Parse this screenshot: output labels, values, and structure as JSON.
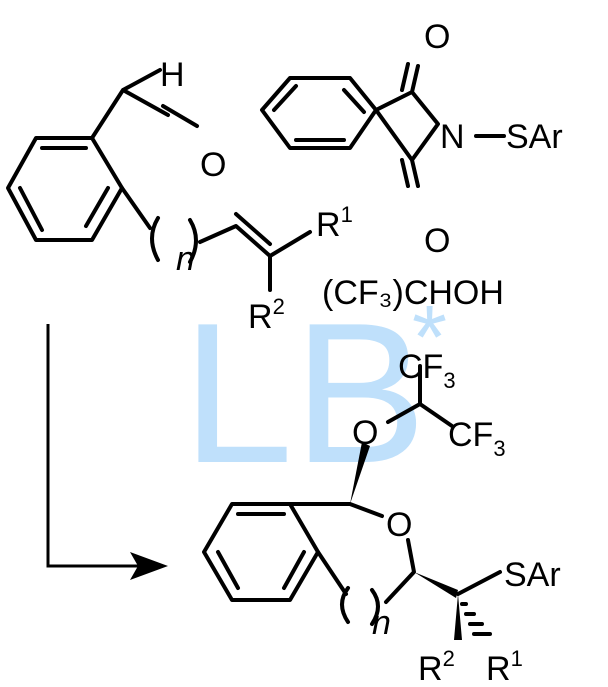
{
  "watermark": {
    "text": "LB",
    "mark": "*",
    "color": "#bfe0fb"
  },
  "reactant_aldehyde": {
    "aldehyde_h": "H",
    "aldehyde_o": "O",
    "tether_n": "n",
    "r1": "R",
    "r1_sup": "1",
    "r2": "R",
    "r2_sup": "2"
  },
  "reagent_phthalimide": {
    "o_top": "O",
    "o_bottom": "O",
    "n_atom": "N",
    "sar": "SAr"
  },
  "reagent_alcohol": {
    "formula": "(CF₃)CHOH"
  },
  "product": {
    "cf3_top": "CF",
    "cf3_top_sub": "3",
    "cf3_right": "CF",
    "cf3_right_sub": "3",
    "o_ether": "O",
    "o_ring": "O",
    "tether_n": "n",
    "sar": "SAr",
    "r2": "R",
    "r2_sup": "2",
    "r1": "R",
    "r1_sup": "1"
  }
}
